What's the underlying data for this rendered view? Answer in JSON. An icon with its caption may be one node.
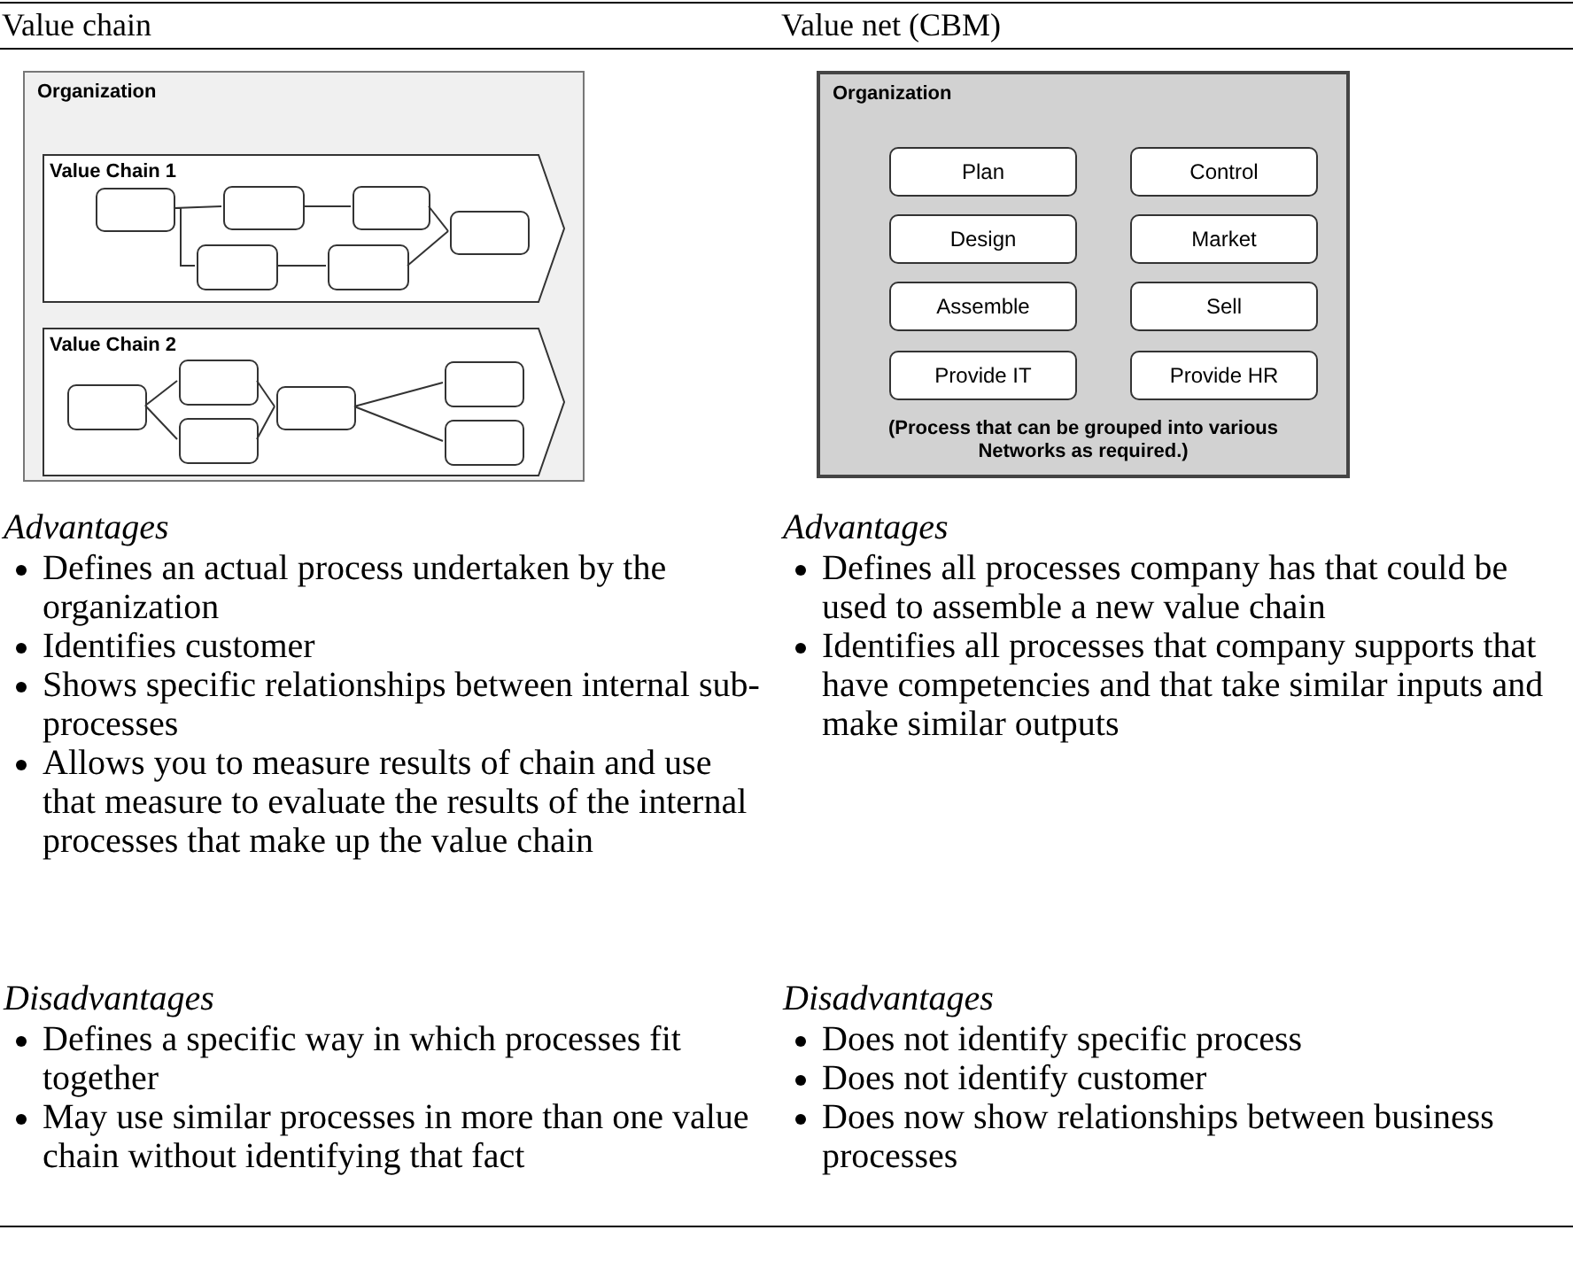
{
  "diagram": {
    "nodes": [
      {
        "text": [
          "Organization"
        ]
      },
      {
        "text": [
          "Value Chain 1"
        ],
        "in": 0
      },
      {
        "text": [],
        "shape": "box",
        "in": 1
      },
      {
        "text": [],
        "shape": "box",
        "in": 1
      },
      {
        "text": [],
        "shape": "box",
        "in": 1
      },
      {
        "text": [],
        "shape": "box",
        "in": 1
      },
      {
        "text": [],
        "shape": "box",
        "in": 1
      },
      {
        "text": [],
        "shape": "box",
        "in": 1
      },
      {
        "text": [
          "Value Chain 2"
        ],
        "in": 0
      },
      {
        "text": [],
        "shape": "box",
        "in": 8
      },
      {
        "text": [],
        "shape": "box",
        "in": 8
      },
      {
        "text": [],
        "shape": "box",
        "in": 8
      },
      {
        "text": [],
        "shape": "box",
        "in": 8
      },
      {
        "text": [],
        "shape": "box",
        "in": 8
      },
      {
        "text": [],
        "shape": "box",
        "in": 8
      },
      {
        "text": [
          "Organization",
          "(Process that can be grouped into various Networks as required.)"
        ]
      },
      {
        "text": [
          "Plan"
        ],
        "in": 15
      },
      {
        "text": [
          "Control"
        ],
        "in": 15
      },
      {
        "text": [
          "Design"
        ],
        "in": 15
      },
      {
        "text": [
          "Market"
        ],
        "in": 15
      },
      {
        "text": [
          "Assemble"
        ],
        "in": 15
      },
      {
        "text": [
          "Sell"
        ],
        "in": 15
      },
      {
        "text": [
          "Provide IT"
        ],
        "in": 15
      },
      {
        "text": [
          "Provide HR"
        ],
        "in": 15
      }
    ],
    "edges": [
      {
        "from": 2,
        "to": 3,
        "arrow": "none"
      },
      {
        "from": 2,
        "to": 6,
        "arrow": "none"
      },
      {
        "from": 3,
        "to": 4,
        "arrow": "none"
      },
      {
        "from": 4,
        "to": 5,
        "arrow": "none"
      },
      {
        "from": 6,
        "to": 7,
        "arrow": "none"
      },
      {
        "from": 7,
        "to": 5,
        "arrow": "none"
      },
      {
        "from": 9,
        "to": 10,
        "arrow": "none"
      },
      {
        "from": 9,
        "to": 11,
        "arrow": "none"
      },
      {
        "from": 10,
        "to": 12,
        "arrow": "none"
      },
      {
        "from": 11,
        "to": 12,
        "arrow": "none"
      },
      {
        "from": 12,
        "to": 13,
        "arrow": "none"
      },
      {
        "from": 12,
        "to": 14,
        "arrow": "none"
      }
    ],
    "labels": [
      "Value chain",
      "Value net (CBM)",
      "Advantages",
      "Defines an actual process undertaken by the organization",
      "Identifies customer",
      "Shows specific relationships between internal sub-processes",
      "Allows you to measure results of chain and use that measure to evaluate the results of the internal processes that make up the value chain",
      "Advantages",
      "Defines all processes company has that could be used to assemble a new value chain",
      "Identifies all processes that company supports that have competencies and that take similar inputs and make similar outputs",
      "Disadvantages",
      "Defines a specific way in which processes fit together",
      "May use similar processes in more than one value chain without identifying that fact",
      "Disadvantages",
      "Does not identify specific process",
      "Does not identify customer",
      "Does now show relationships between business processes"
    ]
  }
}
